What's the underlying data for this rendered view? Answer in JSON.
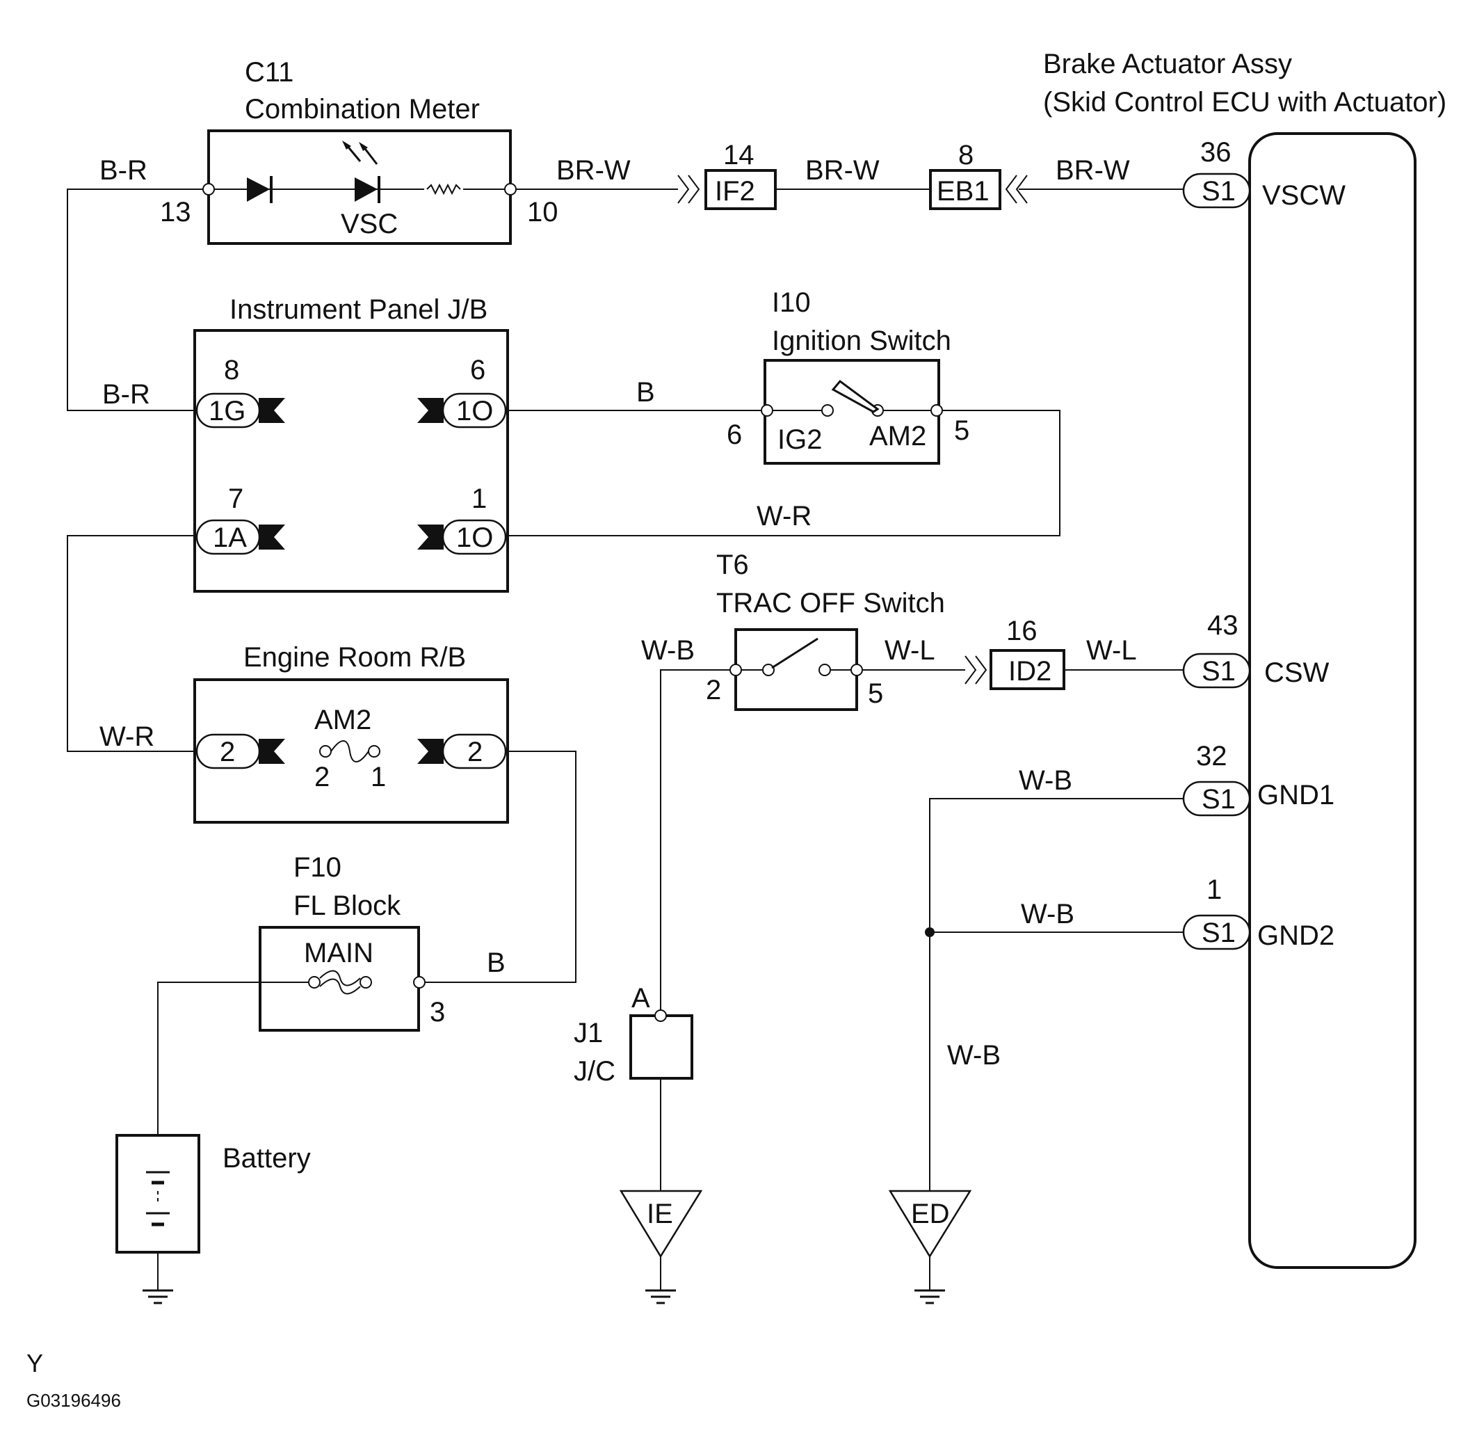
{
  "components": {
    "combination_meter": {
      "code": "C11",
      "name": "Combination Meter",
      "indicator": "VSC",
      "pin_in": "13",
      "pin_out": "10"
    },
    "brake_actuator": {
      "name": "Brake Actuator Assy",
      "subtitle": "(Skid Control ECU with Actuator)"
    },
    "instrument_panel_jb": {
      "name": "Instrument Panel J/B"
    },
    "ignition_switch": {
      "code": "I10",
      "name": "Ignition Switch",
      "contact1": "IG2",
      "contact2": "AM2",
      "pin1": "6",
      "pin2": "5"
    },
    "trac_off_switch": {
      "code": "T6",
      "name": "TRAC OFF Switch",
      "pin1": "2",
      "pin2": "5"
    },
    "engine_room_rb": {
      "name": "Engine Room R/B",
      "fuse": "AM2",
      "pin1": "2",
      "pin2": "1"
    },
    "fl_block": {
      "code": "F10",
      "name": "FL Block",
      "fuse": "MAIN",
      "pin": "3"
    },
    "junction_connector": {
      "code": "J1",
      "name": "J/C",
      "pin": "A"
    },
    "battery": {
      "name": "Battery"
    },
    "grounds": {
      "ie": "IE",
      "ed": "ED"
    }
  },
  "connectors": {
    "if2": {
      "label": "IF2",
      "pin": "14"
    },
    "eb1": {
      "label": "EB1",
      "pin": "8"
    },
    "id2": {
      "label": "ID2",
      "pin": "16"
    },
    "jb_1g": {
      "label": "1G",
      "pin": "8"
    },
    "jb_1o_top": {
      "label": "1O",
      "pin": "6"
    },
    "jb_1a": {
      "label": "1A",
      "pin": "7"
    },
    "jb_1o_bot": {
      "label": "1O",
      "pin": "1"
    },
    "rb_left": {
      "label": "2"
    },
    "rb_right": {
      "label": "2"
    }
  },
  "ecu_pins": [
    {
      "connector": "S1",
      "pin": "36",
      "signal": "VSCW"
    },
    {
      "connector": "S1",
      "pin": "43",
      "signal": "CSW"
    },
    {
      "connector": "S1",
      "pin": "32",
      "signal": "GND1"
    },
    {
      "connector": "S1",
      "pin": "1",
      "signal": "GND2"
    }
  ],
  "wires": {
    "br": "B-R",
    "brw": "BR-W",
    "b": "B",
    "wr": "W-R",
    "wb": "W-B",
    "wl": "W-L"
  },
  "footer": {
    "letter": "Y",
    "code": "G03196496"
  }
}
